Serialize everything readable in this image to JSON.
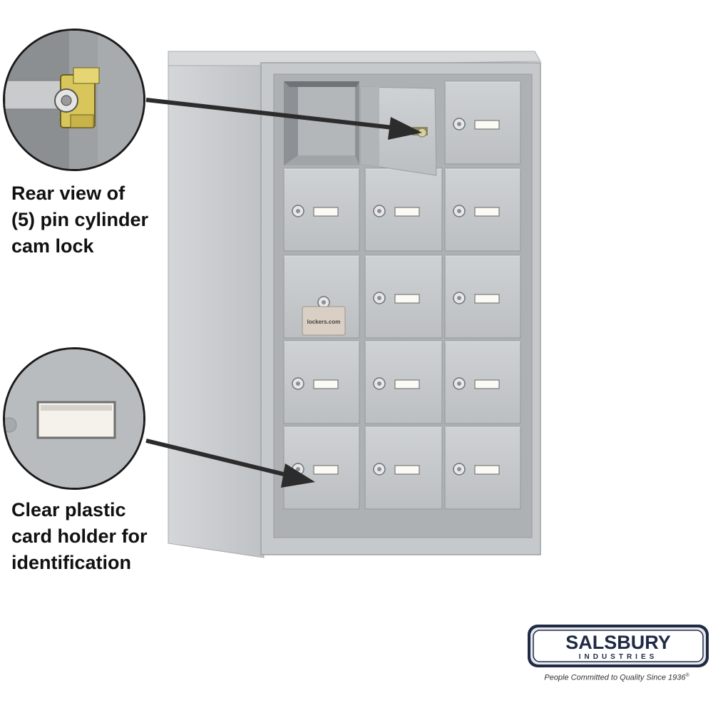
{
  "callouts": [
    {
      "id": "lock",
      "lines": [
        "Rear view of",
        "(5) pin cylinder",
        "cam lock"
      ],
      "icon": "cam-lock-closeup"
    },
    {
      "id": "card",
      "lines": [
        "Clear plastic",
        "card holder for",
        "identification"
      ],
      "icon": "card-holder-closeup"
    }
  ],
  "plate": {
    "text": "lockers.com"
  },
  "brand": {
    "name": "SALSBURY",
    "sub": "INDUSTRIES",
    "tagline": "People Committed to Quality Since 1936",
    "trademark": "®"
  },
  "colors": {
    "locker": "#c9ccce",
    "locker_shade": "#b5b8bb",
    "text": "#111111",
    "logo_border": "#1f2a44",
    "logo_fill": "#e6e8ec"
  }
}
